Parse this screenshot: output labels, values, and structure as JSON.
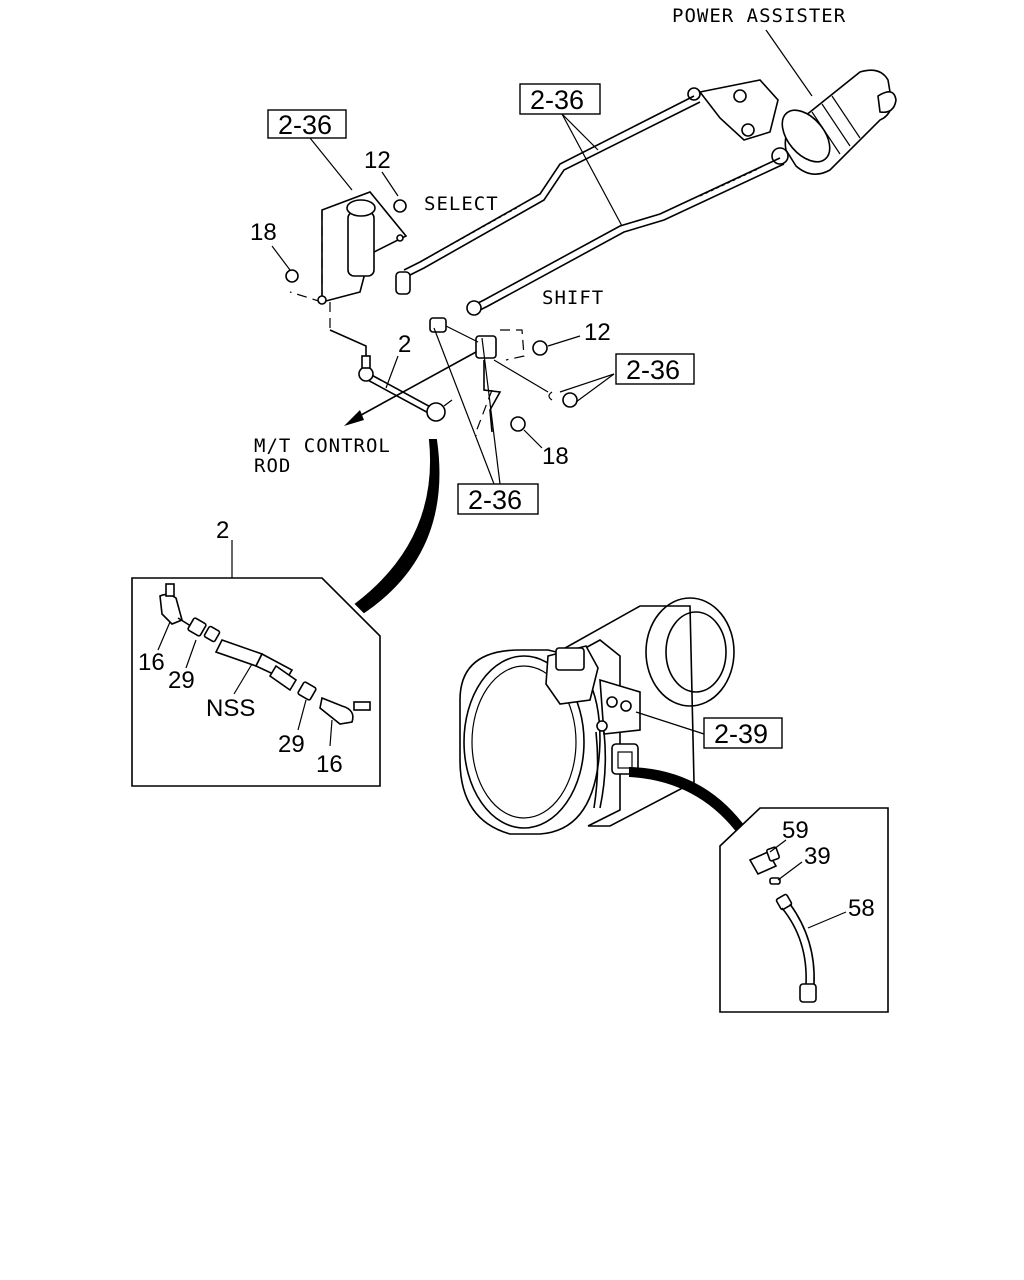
{
  "labels": {
    "power_assister": "POWER ASSISTER",
    "select": "SELECT",
    "shift": "SHIFT",
    "mt_control_rod_line1": "M/T  CONTROL",
    "mt_control_rod_line2": "ROD",
    "nss": "NSS"
  },
  "refs": {
    "ref_top_left": "2-36",
    "ref_top_center": "2-36",
    "ref_right": "2-36",
    "ref_bottom_center": "2-36",
    "ref_transmission": "2-39"
  },
  "callouts": {
    "n12_top": "12",
    "n18_left": "18",
    "n2_rod": "2",
    "n12_right": "12",
    "n18_right": "18",
    "n2_detail": "2",
    "n16_left": "16",
    "n29_left": "29",
    "n29_right": "29",
    "n16_right": "16",
    "n59": "59",
    "n39": "39",
    "n58": "58"
  }
}
